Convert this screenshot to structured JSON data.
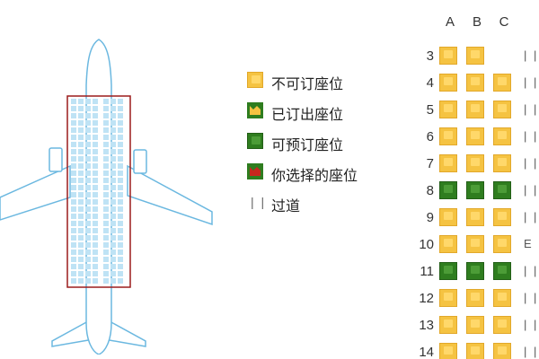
{
  "legend": [
    {
      "label": "不可订座位",
      "icon": "seat-unavailable-icon",
      "color": "#f5c342"
    },
    {
      "label": "已订出座位",
      "icon": "seat-booked-icon",
      "color": "#8a8a1a"
    },
    {
      "label": "可预订座位",
      "icon": "seat-available-icon",
      "color": "#2f7d1f"
    },
    {
      "label": "你选择的座位",
      "icon": "seat-selected-icon",
      "color": "#b3261e"
    },
    {
      "label": "过道",
      "icon": "aisle-icon",
      "mark": "| |"
    }
  ],
  "columns": [
    "A",
    "B",
    "C"
  ],
  "rows": [
    {
      "num": "3",
      "seats": [
        "unavailable",
        "unavailable",
        "none"
      ],
      "aisle": "| |"
    },
    {
      "num": "4",
      "seats": [
        "unavailable",
        "unavailable",
        "unavailable"
      ],
      "aisle": "| |"
    },
    {
      "num": "5",
      "seats": [
        "unavailable",
        "unavailable",
        "unavailable"
      ],
      "aisle": "| |"
    },
    {
      "num": "6",
      "seats": [
        "unavailable",
        "unavailable",
        "unavailable"
      ],
      "aisle": "| |"
    },
    {
      "num": "7",
      "seats": [
        "unavailable",
        "unavailable",
        "unavailable"
      ],
      "aisle": "| |"
    },
    {
      "num": "8",
      "seats": [
        "available",
        "available",
        "available"
      ],
      "aisle": "| |"
    },
    {
      "num": "9",
      "seats": [
        "unavailable",
        "unavailable",
        "unavailable"
      ],
      "aisle": "| |"
    },
    {
      "num": "10",
      "seats": [
        "unavailable",
        "unavailable",
        "unavailable"
      ],
      "aisle": "E"
    },
    {
      "num": "11",
      "seats": [
        "available",
        "available",
        "available"
      ],
      "aisle": "| |"
    },
    {
      "num": "12",
      "seats": [
        "unavailable",
        "unavailable",
        "unavailable"
      ],
      "aisle": "| |"
    },
    {
      "num": "13",
      "seats": [
        "unavailable",
        "unavailable",
        "unavailable"
      ],
      "aisle": "| |"
    },
    {
      "num": "14",
      "seats": [
        "unavailable",
        "unavailable",
        "unavailable"
      ],
      "aisle": "| |"
    }
  ],
  "colors": {
    "unavailable": "#f5c342",
    "available": "#2f7d1f",
    "plane_outline": "#6bb8e0",
    "cabin_border": "#9b1c1c"
  }
}
